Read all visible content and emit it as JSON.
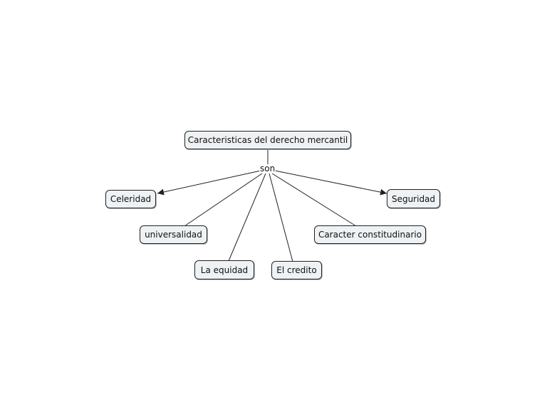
{
  "concept_map": {
    "root": "Caracteristicas del derecho mercantil",
    "linking_phrase": "son",
    "concepts": {
      "celeridad": "Celeridad",
      "seguridad": "Seguridad",
      "universalidad": "universalidad",
      "caracter_constitudinario": "Caracter constitudinario",
      "la_equidad": "La equidad",
      "el_credito": "El credito"
    }
  },
  "colors": {
    "node_fill": "#eef2f4",
    "stroke": "#222222",
    "background": "#ffffff"
  }
}
